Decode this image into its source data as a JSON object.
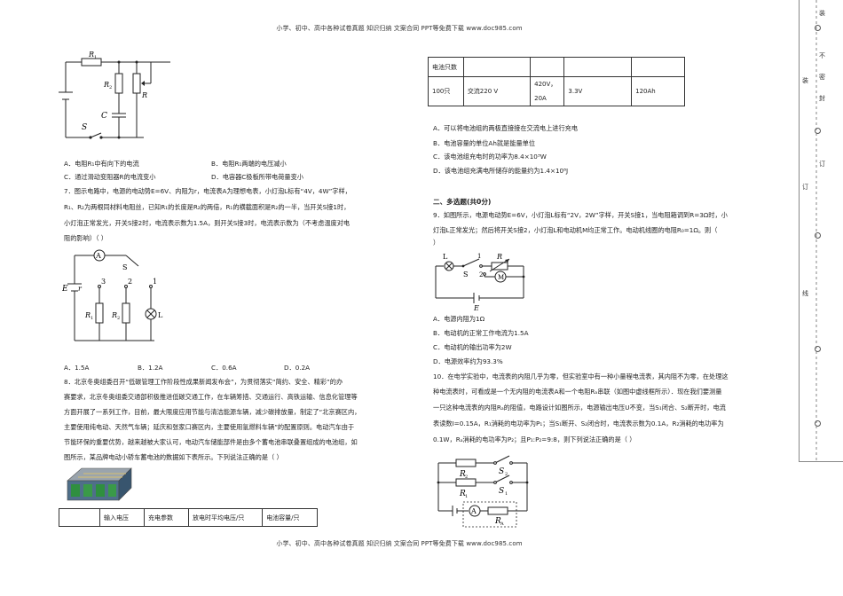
{
  "header": {
    "text": "小学、初中、高中各种试卷真题 知识归纳 文案合同 PPT等免费下载    www.doc985.com"
  },
  "footer": {
    "text": "小学、初中、高中各种试卷真题 知识归纳 文案合同 PPT等免费下载    www.doc985.com"
  },
  "q6": {
    "circuit": {
      "r1": "R",
      "r1_sub": "1",
      "r2": "R",
      "r2_sub": "2",
      "r": "R",
      "c": "C",
      "s": "S"
    },
    "options": {
      "a": "A．电阻R₁中有向下的电流",
      "b": "B．电阻R₁两端的电压减小",
      "c": "C．通过滑动变阻器R的电流变小",
      "d": "D．电容器C极板所带电荷量变小"
    }
  },
  "q7": {
    "lines": [
      "7．图示电路中，电源的电动势E=6V、内阻为r，电流表A为理想电表，小灯泡L标有“4V，4W”字样，",
      "R₁、R₂为两根同材料电阻丝，已知R₁的长度是R₂的两倍，R₁的横截面积是R₂的一半，当开关S接1时，",
      "小灯泡正常发光，开关S接2时，电流表示数为1.5A，则开关S接3时，电流表示数为（不考虑温度对电",
      "阻的影响）（    ）"
    ],
    "circuit": {
      "a": "A",
      "s": "S",
      "e": "E",
      "r": "r",
      "n3": "3",
      "n2": "2",
      "n1": "1",
      "r1": "R",
      "r1_sub": "1",
      "r2": "R",
      "r2_sub": "2",
      "l": "L"
    },
    "options": {
      "a": "A．1.5A",
      "b": "B．1.2A",
      "c": "C．0.6A",
      "d": "D．0.2A"
    }
  },
  "q8": {
    "lines": [
      "8．北京冬奥组委召开“低碳管理工作阶段性成果新闻发布会”，为贯彻落实“简约、安全、精彩”的办",
      "赛要求，北京冬奥组委交通部积极推进低碳交通工作，在车辆筹措、交通运行、高铁运输、信息化管理等",
      "方面开展了一系列工作，目前，最大限度应用节能与清洁能源车辆，减少碳排放量，制定了“北京赛区内，",
      "主要使用纯电动、天然气车辆；延庆和张家口赛区内，主要使用氢燃料车辆”的配置原则。电动汽车由于",
      "节能环保的重要优势，越来越被大家认可，电动汽车储能部件是由多个蓄电池串联叠置组成的电池组，如",
      "图所示，某品牌电动小轿车蓄电池的数据如下表所示。下列说法正确的是（        ）"
    ],
    "table_headers": [
      "",
      "输入电压",
      "充电参数",
      "放电时平均电压/只",
      "电池容量/只"
    ],
    "table2_header": "电池只数",
    "table2_row": [
      "100只",
      "交流220 V",
      "420V，",
      "20A",
      "3.3V",
      "120Ah"
    ],
    "options": {
      "a": "A．可以将电池组的两极直接接在交流电上进行充电",
      "b": "B．电池容量的单位Ah就是能量单位",
      "c": "C．该电池组充电时的功率为8.4×10³W",
      "d": "D．该电池组充满电所储存的能量约为1.4×10⁸J"
    }
  },
  "section2": {
    "title": "二、多选题(共0分)"
  },
  "q9": {
    "lines": [
      "9．如图所示，电源电动势E=6V，小灯泡L标有“2V，2W”字样，开关S接1，当电阻箱调到R=3Ω时，小",
      "灯泡L正常发光；然后将开关S接2，小灯泡L和电动机M均正常工作。电动机线圈的电阻R₀=1Ω。则（",
      "）"
    ],
    "circuit": {
      "l": "L",
      "s": "S",
      "n1": "1",
      "n2": "2",
      "r": "R",
      "m": "M",
      "e": "E"
    },
    "options": {
      "a": "A．电源内阻为1Ω",
      "b": "B．电动机的正常工作电流为1.5A",
      "c": "C．电动机的输出功率为2W",
      "d": "D．电源效率约为93.3%"
    }
  },
  "q10": {
    "lines": [
      "10．在电学实验中，电流表的内阻几乎为零，但实验室中有一种小量程电流表，其内阻不为零，在处理这",
      "种电流表时，可看成是一个无内阻的电流表A和一个电阻Rₐ串联（如图中虚线框所示）．现在我们要测量",
      "一只这种电流表的内阻Rₐ的阻值，电路设计如图所示，电源输出电压U不变，当S₁闭合、S₂断开时，电流",
      "表读数I=0.15A，R₁消耗的电功率为P₁；当S₁断开、S₂闭合时，电流表示数为0.1A，R₂消耗的电功率为",
      "0.1W，Rₐ消耗的电功率为P₂；且P₁:P₂=9:8，则下列说法正确的是（        ）"
    ],
    "circuit": {
      "r2": "R",
      "r2_sub": "2",
      "r1": "R",
      "r1_sub": "1",
      "s2": "S",
      "s2_sub": "2",
      "s1": "S",
      "s1_sub": "1",
      "a": "A",
      "ra": "R",
      "ra_sub": "A"
    }
  },
  "sidebar": {
    "labels": [
      "装",
      "不",
      "密",
      "封",
      "装",
      "订",
      "订",
      "线",
      "线"
    ]
  }
}
